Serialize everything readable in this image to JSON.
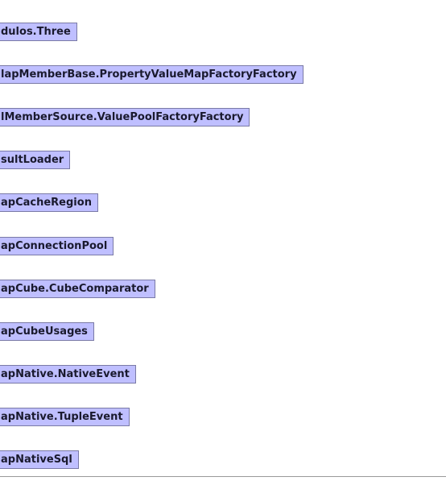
{
  "nodes": [
    {
      "label": "dulos.Three"
    },
    {
      "label": "lapMemberBase.PropertyValueMapFactoryFactory"
    },
    {
      "label": "lMemberSource.ValuePoolFactoryFactory"
    },
    {
      "label": "sultLoader"
    },
    {
      "label": "apCacheRegion"
    },
    {
      "label": "apConnectionPool"
    },
    {
      "label": "apCube.CubeComparator"
    },
    {
      "label": "apCubeUsages"
    },
    {
      "label": "apNative.NativeEvent"
    },
    {
      "label": "apNative.TupleEvent"
    },
    {
      "label": "apNativeSql"
    }
  ],
  "colors": {
    "node_fill": "#bfbfff",
    "node_border": "#7a7aa6",
    "text": "#1a1a2e"
  }
}
